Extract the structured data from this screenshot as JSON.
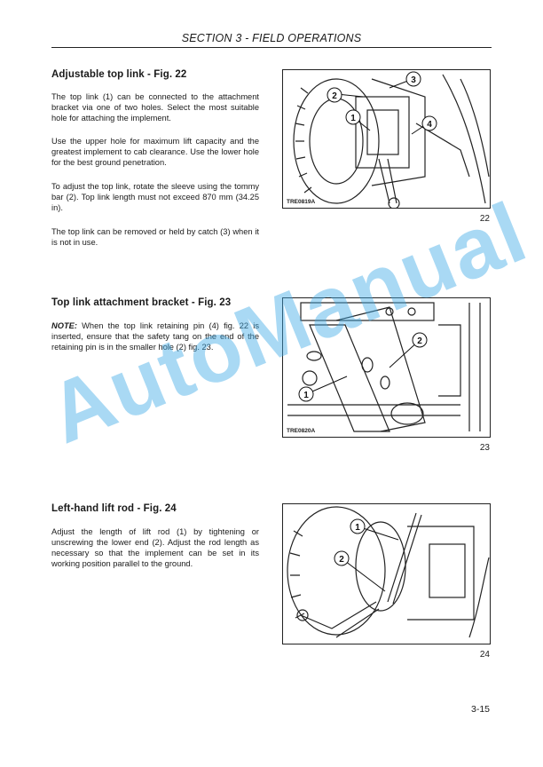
{
  "header": {
    "title": "SECTION 3  - FIELD OPERATIONS"
  },
  "sections": [
    {
      "title": "Adjustable top link - Fig. 22",
      "paragraphs": [
        "The top link (1) can be connected to the attachment bracket via one of two holes. Select the most suitable hole for attaching the implement.",
        "Use the upper hole for maximum lift capacity and the greatest implement to cab clearance. Use the lower hole for the best ground penetration.",
        "To adjust the top link, rotate the sleeve using the tommy bar (2). Top link length must not exceed 870 mm (34.25 in).",
        "The top link can be removed or held by catch (3) when it is not in use."
      ],
      "figure": {
        "code": "TRE0819A",
        "number": "22",
        "callouts": [
          "1",
          "2",
          "3",
          "4"
        ]
      }
    },
    {
      "title": "Top link attachment bracket - Fig. 23",
      "note_label": "NOTE:",
      "note_text": " When the top link retaining pin (4) fig. 22 is inserted, ensure that the safety tang on the end of the retaining pin is in the smaller hole (2) fig. 23.",
      "figure": {
        "code": "TRE0820A",
        "number": "23",
        "callouts": [
          "1",
          "2"
        ]
      }
    },
    {
      "title": "Left-hand lift rod - Fig. 24",
      "paragraphs": [
        "Adjust the length of lift rod (1) by tightening or unscrewing the lower end (2). Adjust the rod length as necessary so that the implement can be set in its working position parallel to the ground."
      ],
      "figure": {
        "number": "24",
        "callouts": [
          "1",
          "2"
        ]
      }
    }
  ],
  "watermark": "AutoManual",
  "page_number": "3-15"
}
